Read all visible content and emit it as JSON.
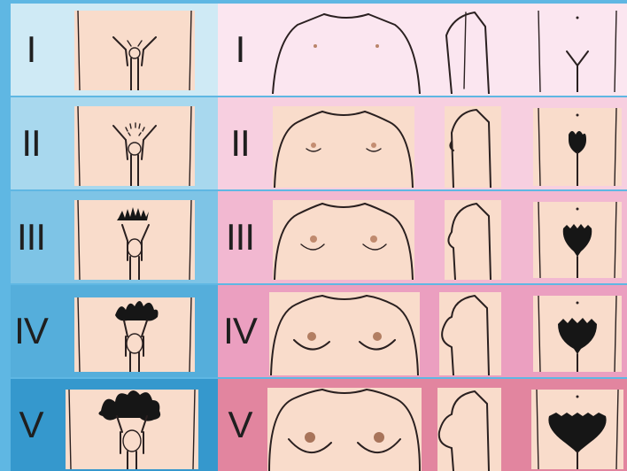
{
  "male_stages": [
    {
      "label": "I"
    },
    {
      "label": "II"
    },
    {
      "label": "III"
    },
    {
      "label": "IV"
    },
    {
      "label": "V"
    }
  ],
  "female_stages": [
    {
      "label": "I"
    },
    {
      "label": "II"
    },
    {
      "label": "III"
    },
    {
      "label": "IV"
    },
    {
      "label": "V"
    }
  ],
  "colors": {
    "male_band_light": "#c9e8f5",
    "male_band_dark": "#2a8fc4",
    "female_band_light": "#fbe4ef",
    "female_band_dark": "#d24f85",
    "skin": "#f9dccb",
    "line": "#2a2020",
    "hair": "#161616"
  }
}
